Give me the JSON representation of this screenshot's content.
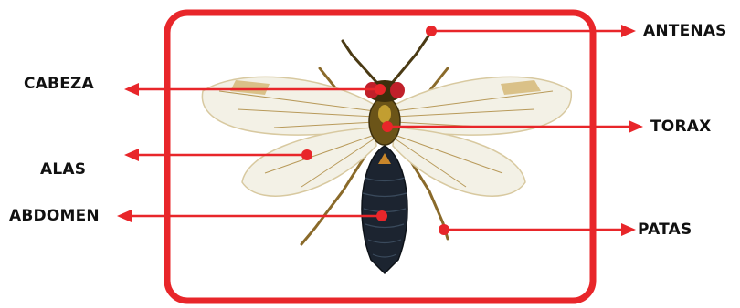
{
  "labels": {
    "antenas": "ANTENAS",
    "cabeza": "CABEZA",
    "torax": "TORAX",
    "alas": "ALAS",
    "abdomen": "ABDOMEN",
    "patas": "PATAS"
  },
  "colors": {
    "accent": "#e8262a",
    "text": "#111111",
    "abdomen": "#1c2430",
    "wing": "#f3f1e6",
    "vein": "#b89a5a",
    "leg": "#8a6a2a",
    "thorax": "#6b5418",
    "eye": "#c0202a"
  }
}
